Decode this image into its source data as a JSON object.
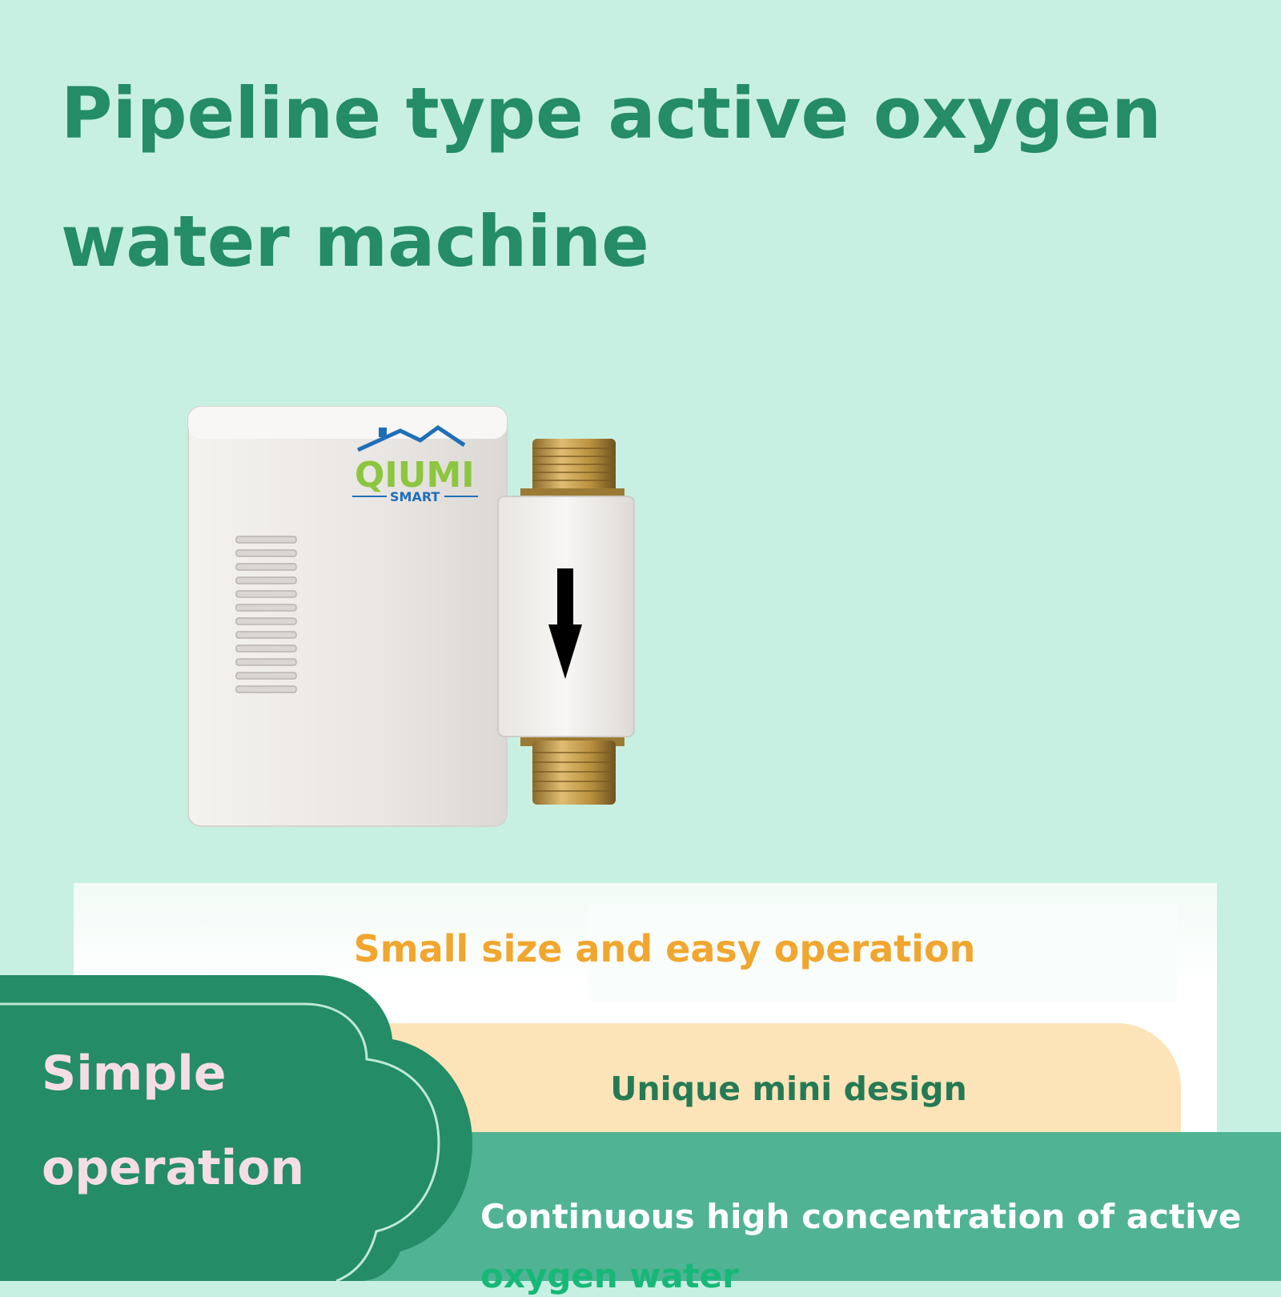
{
  "header": {
    "title": "Pipeline type active oxygen water machine"
  },
  "product": {
    "brand": "QIUMI",
    "brand_sub": "SMART",
    "flow_direction": "down"
  },
  "features": {
    "item1": "Small size and easy operation",
    "item2": "Unique mini design",
    "item3_line1": "Continuous high concentration of active",
    "item3_line2": "oxygen water"
  },
  "badge": {
    "label": "Simple operation"
  },
  "colors": {
    "background": "#c8f0e2",
    "title": "#248c66",
    "accent_orange": "#f0a62f",
    "accent_green": "#257a55",
    "band": "#50b394",
    "badge": "#248c66",
    "badge_text": "#f5dde6"
  }
}
